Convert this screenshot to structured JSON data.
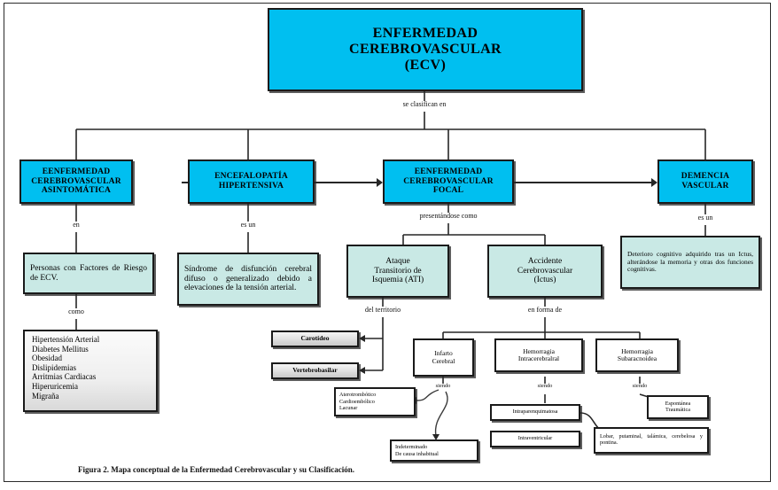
{
  "figure": {
    "caption": "Figura 2. Mapa conceptual de la Enfermedad Cerebrovascular y su Clasificación.",
    "colors": {
      "header_fill": "#00bff0",
      "mint_fill": "#c9e9e5",
      "grey_fill": "#e3e3e3",
      "white_fill": "#ffffff",
      "stroke": "#1a1a1a"
    }
  },
  "root": {
    "line1": "ENFERMEDAD",
    "line2": "CEREBROVASCULAR",
    "line3": "(ECV)"
  },
  "edges": {
    "se_clasifican_en": "se clasifican en",
    "en": "en",
    "es_un_1": "es un",
    "presentandose_como": "presentándose como",
    "es_un_2": "es un",
    "como": "como",
    "del_territorio": "del territorio",
    "en_forma_de": "en forma de",
    "siendo_1": "siendo",
    "siendo_2": "siendo",
    "siendo_3": "siendo"
  },
  "categories": [
    {
      "id": "asintomatica",
      "line1": "EENFERMEDAD",
      "line2": "CEREBROVASCULAR",
      "line3": "ASINTOMÁTICA"
    },
    {
      "id": "encefalopatia",
      "line1": "ENCEFALOPATÍA",
      "line2": "HIPERTENSIVA",
      "line3": ""
    },
    {
      "id": "focal",
      "line1": "EENFERMEDAD",
      "line2": "CEREBROVASCULAR",
      "line3": "FOCAL"
    },
    {
      "id": "demencia",
      "line1": "DEMENCIA",
      "line2": "VASCULAR",
      "line3": ""
    }
  ],
  "definitions": {
    "personas_riesgo": "Personas con Factores de Riesgo de ECV.",
    "sindrome_hipertensivo": "Síndrome de disfunción cerebral difuso o generalizado debido a elevaciones de la tensión arterial.",
    "deterioro_cognitivo": "Deterioro cognitivo adquirido tras un Ictus, alterándose la memoria y otras dos funciones cognitivas."
  },
  "risk_factors": {
    "items": [
      "Hipertensión Arterial",
      "Diabetes Mellitus",
      "Obesidad",
      "Dislipidemias",
      "Arritmias Cardiacas",
      "Hiperuricemia",
      "Migraña"
    ]
  },
  "focal_forms": [
    {
      "id": "ati",
      "line1": "Ataque",
      "line2": "Transitorio de",
      "line3": "Isquemia (ATI)"
    },
    {
      "id": "ictus",
      "line1": "Accidente",
      "line2": "Cerebrovascular",
      "line3": "(Ictus)"
    }
  ],
  "territories": [
    {
      "id": "carotideo",
      "label": "Carotídeo"
    },
    {
      "id": "vertebrobasilar",
      "label": "Vertebrobasilar"
    }
  ],
  "ictus_types": [
    {
      "id": "infarto",
      "line1": "Infarto",
      "line2": "Cerebral"
    },
    {
      "id": "hemorragia-intracerebral",
      "line1": "Hemorragia",
      "line2": "Intracerebralral"
    },
    {
      "id": "hemorragia-subaracnoidea",
      "line1": "Hemorragia",
      "line2": "Subaracnoidea"
    }
  ],
  "infarto_subtypes": {
    "items": [
      "Aterotrombótico",
      "Cardioembólico",
      "Lacunar"
    ],
    "other_line1": "Indeterminado",
    "other_line2": "De causa inhabitual"
  },
  "hemorragia_intracerebral_subtypes": {
    "intraparenquimatosa": "Intraparenquimatosa",
    "intraventricular": "Intraventricular",
    "localizaciones": "Lobar, putaminal, talámica, cerebelosa y pontina."
  },
  "hemorragia_subaracnoidea_subtypes": {
    "line1": "Espontánea",
    "line2": "Traumática"
  }
}
